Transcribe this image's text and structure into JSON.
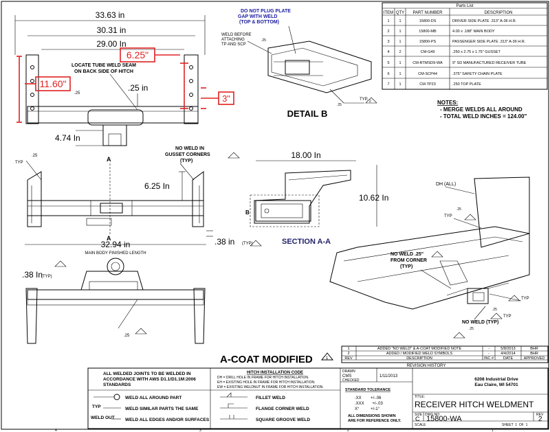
{
  "parts_list": {
    "title": "Parts List",
    "headers": [
      "ITEM",
      "QTY",
      "PART NUMBER",
      "DESCRIPTION"
    ],
    "rows": [
      [
        "1",
        "1",
        "15800-DS",
        "DRIVER SIDE PLATE .313\" A-36 H.R."
      ],
      [
        "2",
        "1",
        "15800-MB",
        "4.00 x .188\" MAIN BODY"
      ],
      [
        "3",
        "1",
        "15800-PS",
        "PASSENGER SIDE PLATE .313\" A-36 H.R."
      ],
      [
        "4",
        "2",
        "CM-G49",
        ".250 x 2.75 x 1.75\" GUSSET"
      ],
      [
        "5",
        "1",
        "CM-RTMSD9-WA",
        "9\" SD MANUFACTURED RECEIVER TUBE"
      ],
      [
        "6",
        "1",
        "CM-SCP44",
        ".375\" SAFETY CHAIN PLATE"
      ],
      [
        "7",
        "1",
        "CM-TP23",
        ".250 TOP PLATE"
      ]
    ]
  },
  "notes": {
    "title": "NOTES:",
    "items": [
      "- MERGE WELDS ALL AROUND",
      "- TOTAL WELD INCHES = 124.00\""
    ]
  },
  "top_view": {
    "dim_overall": "33.63 in",
    "dim_plates": "30.31 in",
    "dim_inner": "29.00 In",
    "dim_drop": "4.74 In",
    "dim_weld": ".25 in",
    "weld_seam_note": "LOCATE TUBE WELD SEAM ON BACK SIDE OF HITCH",
    "weld_size": ".25"
  },
  "annotations": {
    "bolt_width": "6.25\"",
    "bolt_height": "11.60\"",
    "bolt_spacing": "3\""
  },
  "detail_b": {
    "do_not_plug": "DO NOT PLUG PLATE GAP WITH WELD (TOP & BOTTOM)",
    "weld_before": "WELD BEFORE ATTACHING TP AND SCP",
    "title": "DETAIL  B",
    "weld_size": ".25",
    "typ_label": "TYP."
  },
  "front_view": {
    "no_weld_gusset": "NO WELD IN GUSSET CORNERS (TYP)",
    "dim_height": "6.25 In",
    "dim_main_body": "32.94 in",
    "main_body_note": "MAIN BODY FINISHED LENGTH",
    "dim_offset": ".38 in",
    "typ_label": "(TYP)",
    "section_letter": "A",
    "weld_size": ".25",
    "typ": "TYP"
  },
  "section_aa": {
    "dim_width": "18.00 In",
    "dim_height": "10.62 In",
    "title": "SECTION A-A",
    "detail_letter": "B"
  },
  "iso_view": {
    "dh_all": "DH (ALL)",
    "no_weld_corner": "NO WELD .25\" FROM CORNER (TYP)",
    "no_weld": "NO WELD (TYP)",
    "typ": "TYP",
    "weld_size": ".25"
  },
  "bottom_view": {
    "dim_offset": ".38 In",
    "typ_label": "(TYP)",
    "weld_size": ".25"
  },
  "revision": {
    "rows": [
      [
        "1",
        "ADDED \"NO WELD\" & A-COAT MODIFIED NOTE",
        "-",
        "5/8/2013",
        "BHR"
      ],
      [
        "2",
        "ADDED / MODIFIED WELD SYMBOLS",
        "-",
        "4/4/2014",
        "BHR"
      ]
    ],
    "headers": [
      "REV",
      "DESCRIPTION",
      "INC #",
      "DATE",
      "APPROVED"
    ],
    "title": "REVISION HISTORY"
  },
  "a_coat": "A-COAT MODIFIED",
  "weld_standards": "ALL WELDED JOINTS TO BE WELDED IN ACCORDANCE WITH AWS D1.1/D1.1M:2006 STANDARDS",
  "hitch_code": {
    "title": "HITCH INSTALLATION CODE",
    "lines": [
      "DH = DRILL HOLE IN FRAME FOR HITCH INSTALLATION.",
      "EH = EXISTING HOLE IN FRAME FOR HITCH INSTALLATION.",
      "EW = EXISTING WELDNUT IN FRAME FOR HITCH INSTALLATION."
    ]
  },
  "weld_legend": [
    {
      "sym": "",
      "text": "WELD ALL AROUND PART"
    },
    {
      "sym": "TYP",
      "text": "WELD SIMILAR PARTS THE SAME"
    },
    {
      "sym": "WELD OUT",
      "text": "WELD ALL EDGES AND/OR SURFACES"
    },
    {
      "sym": "",
      "text": "FILLET WELD"
    },
    {
      "sym": "",
      "text": "FLANGE CORNER WELD"
    },
    {
      "sym": "",
      "text": "SQUARE GROOVE WELD"
    }
  ],
  "drawn": {
    "label": "DRAWN",
    "name": "CMS",
    "date": "1/11/2013",
    "checked": "CHECKED"
  },
  "tolerance": {
    "title": "STANDARD TOLERANCE",
    "lines": [
      ".XX        +/-.06",
      ".XXX       +/-.03",
      "X°          +/-1°"
    ],
    "note": "ALL DIMENSIONS SHOWN ARE FOR REFERENCE ONLY."
  },
  "company": {
    "address1": "6208 Industrial Drive",
    "address2": "Eau Claire, WI 54701"
  },
  "title_block": {
    "title_label": "TITLE:",
    "title": "RECEIVER HITCH WELDMENT",
    "size_label": "SIZE",
    "size": "C",
    "dwg_label": "DWG NO",
    "dwg": "15800-WA",
    "rev_label": "REV",
    "rev": "2",
    "scale_label": "SCALE",
    "sheet": "SHEET  1  OF  1"
  },
  "zones": [
    "4",
    "3",
    "2",
    "1"
  ]
}
